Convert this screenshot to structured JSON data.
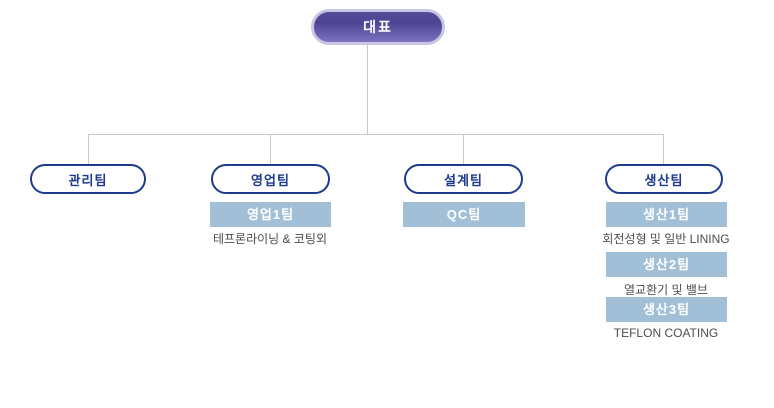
{
  "org_chart": {
    "root": {
      "label": "대표"
    },
    "teams": [
      {
        "label": "관리팀"
      },
      {
        "label": "영업팀"
      },
      {
        "label": "설계팀"
      },
      {
        "label": "생산팀"
      }
    ],
    "subteams": {
      "sales": [
        {
          "label": "영업1팀",
          "caption": "테프론라이닝 & 코팅외"
        }
      ],
      "design": [
        {
          "label": "QC팀"
        }
      ],
      "production": [
        {
          "label": "생산1팀",
          "caption": "회전성형 및 일반 LINING"
        },
        {
          "label": "생산2팀",
          "caption": "열교환기 및 밸브"
        },
        {
          "label": "생산3팀",
          "caption": "TEFLON COATING"
        }
      ]
    }
  },
  "colors": {
    "root_purple_top": "#534a99",
    "root_purple_bottom": "#7b73bf",
    "root_ring": "#c9c5e5",
    "team_navy": "#1d3a8c",
    "subteam_blue": "#a1c0d7",
    "caption_gray": "#4d4d4d",
    "connector_gray": "#c9c9c9"
  }
}
